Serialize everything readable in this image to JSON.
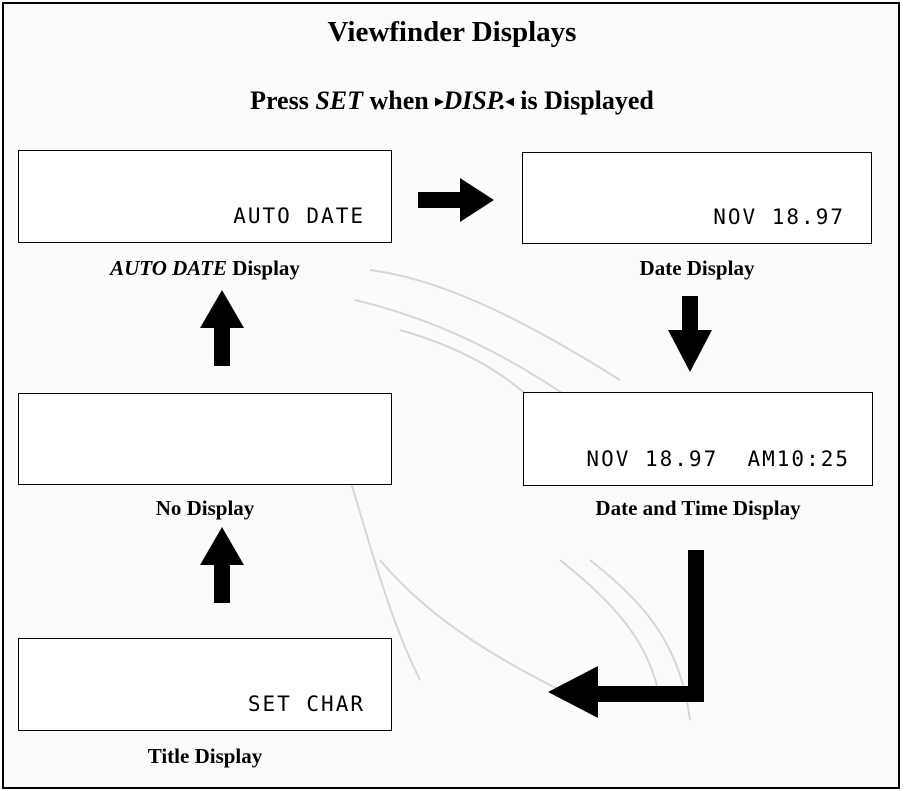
{
  "title": "Viewfinder Displays",
  "subtitle": {
    "prefix": "Press ",
    "key": "SET",
    "middle": " when ",
    "left_marker": "▸",
    "item": "DISP.",
    "right_marker": "◂",
    "suffix": " is Displayed"
  },
  "displays": {
    "auto_date": {
      "screen_text": "AUTO DATE",
      "caption_em": "AUTO DATE",
      "caption_rest": " Display"
    },
    "date": {
      "screen_text": "NOV 18.97",
      "caption": "Date Display"
    },
    "date_time": {
      "screen_text": "NOV 18.97  AM10:25",
      "caption": "Date and Time Display"
    },
    "no_display": {
      "screen_text": "",
      "caption": "No Display"
    },
    "title_display": {
      "screen_text": "SET CHAR",
      "caption": "Title Display"
    }
  },
  "flow_order": [
    "auto_date",
    "date",
    "date_time",
    "title_display",
    "no_display",
    "auto_date"
  ]
}
